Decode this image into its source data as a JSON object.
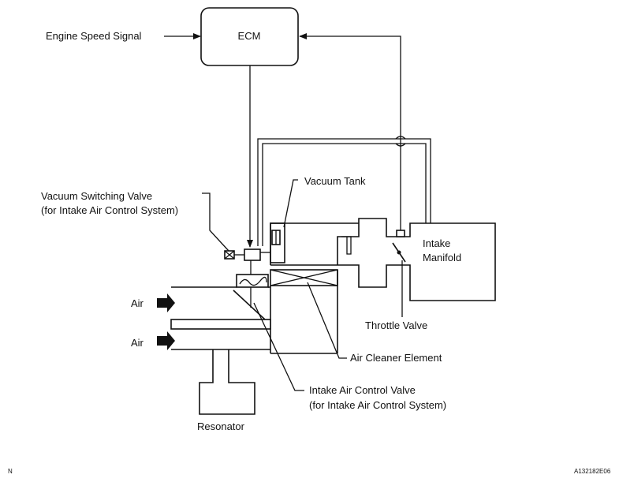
{
  "labels": {
    "ecm": "ECM",
    "engine_speed_signal": "Engine Speed Signal",
    "vacuum_tank": "Vacuum Tank",
    "vsv_line1": "Vacuum Switching Valve",
    "vsv_line2": "(for Intake Air Control System)",
    "intake_manifold_line1": "Intake",
    "intake_manifold_line2": "Manifold",
    "air_top": "Air",
    "air_bottom": "Air",
    "throttle_valve": "Throttle Valve",
    "air_cleaner_element": "Air Cleaner Element",
    "iacv_line1": "Intake Air Control Valve",
    "iacv_line2": "(for Intake Air Control System)",
    "resonator": "Resonator",
    "corner_n": "N",
    "figure_code": "A132182E06"
  }
}
